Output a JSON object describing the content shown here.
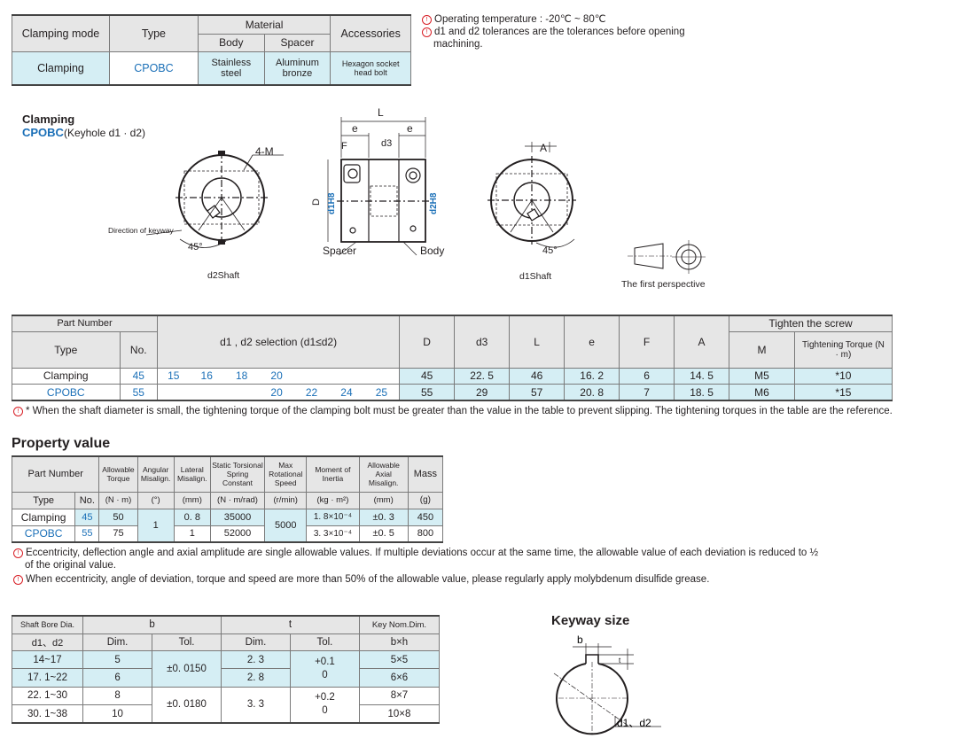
{
  "top_table": {
    "h_mode": "Clamping mode",
    "h_type": "Type",
    "h_material": "Material",
    "h_body": "Body",
    "h_spacer": "Spacer",
    "h_accessories": "Accessories",
    "mode": "Clamping",
    "type": "CPOBC",
    "body": "Stainless steel",
    "spacer": "Aluminum bronze",
    "accessories": "Hexagon socket head bolt"
  },
  "top_notes": {
    "note1": "Operating temperature : -20℃ ~ 80℃",
    "note2a": "d1 and d2 tolerances are the tolerances before opening",
    "note2b": "machining."
  },
  "drawing": {
    "title": "Clamping",
    "subtitle_type": "CPOBC",
    "subtitle_rest": "(Keyhole d1 · d2)",
    "label_4m": "4-M",
    "label_keyway": "Direction of keyway",
    "label_45a": "45°",
    "label_d2shaft": "d2Shaft",
    "label_L": "L",
    "label_e1": "e",
    "label_e2": "e",
    "label_F": "F",
    "label_d3": "d3",
    "label_D": "D",
    "label_d1h8": "d1H8",
    "label_d2h8": "d2H8",
    "label_spacer": "Spacer",
    "label_body": "Body",
    "label_A": "A",
    "label_45b": "45°",
    "label_d1shaft": "d1Shaft",
    "label_perspective": "The first perspective"
  },
  "part_table": {
    "h_part_number": "Part Number",
    "h_type": "Type",
    "h_no": "No.",
    "h_selection": "d1 , d2  selection (d1≤d2)",
    "h_D": "D",
    "h_d3": "d3",
    "h_L": "L",
    "h_e": "e",
    "h_F": "F",
    "h_A": "A",
    "h_screw": "Tighten the screw",
    "h_M": "M",
    "h_torque": "Tightening Torque (N · m)",
    "rows": [
      {
        "type": "Clamping",
        "no": "45",
        "s1": "15",
        "s2": "16",
        "s3": "18",
        "s4": "20",
        "s5": "",
        "s6": "",
        "s7": "",
        "D": "45",
        "d3": "22. 5",
        "L": "46",
        "e": "16. 2",
        "F": "6",
        "A": "14. 5",
        "M": "M5",
        "T": "*10"
      },
      {
        "type": "CPOBC",
        "no": "55",
        "s1": "",
        "s2": "",
        "s3": "",
        "s4": "20",
        "s5": "22",
        "s6": "24",
        "s7": "25",
        "D": "55",
        "d3": "29",
        "L": "57",
        "e": "20. 8",
        "F": "7",
        "A": "18. 5",
        "M": "M6",
        "T": "*15"
      }
    ],
    "note": "* When the shaft diameter is small, the tightening torque of the clamping bolt must be greater than the value in the table to prevent slipping. The tightening torques in the table are the reference."
  },
  "property": {
    "title": "Property value",
    "h_part_number": "Part Number",
    "h_allow_torque": "Allowable Torque",
    "h_angular": "Angular Misalign.",
    "h_lateral": "Lateral Misalign.",
    "h_static": "Static Torsional Spring Constant",
    "h_max": "Max Rotational Speed",
    "h_moment": "Moment of Inertia",
    "h_axial": "Allowable Axial Misalign.",
    "h_mass": "Mass",
    "h_type": "Type",
    "h_no": "No.",
    "u_torque": "(N · m)",
    "u_angular": "(°)",
    "u_lateral": "(mm)",
    "u_static": "(N · m/rad)",
    "u_max": "(r/min)",
    "u_moment": "(kg · m²)",
    "u_axial": "(mm)",
    "u_mass": "(g)",
    "rows": [
      {
        "type": "Clamping",
        "no": "45",
        "torque": "50",
        "lateral": "0. 8",
        "static": "35000",
        "moment": "1. 8×10⁻⁴",
        "axial": "±0. 3",
        "mass": "450"
      },
      {
        "type": "CPOBC",
        "no": "55",
        "torque": "75",
        "lateral": "1",
        "static": "52000",
        "moment": "3. 3×10⁻⁴",
        "axial": "±0. 5",
        "mass": "800"
      }
    ],
    "angular": "1",
    "max_speed": "5000",
    "note1a": "Eccentricity, deflection angle and axial amplitude are single allowable values. If multiple deviations occur at the same time, the allowable value of each deviation is reduced to ½",
    "note1b": "of the original value.",
    "note2": "When eccentricity, angle of deviation, torque and speed are more than 50% of the allowable value, please regularly apply molybdenum disulfide grease."
  },
  "keyway_table": {
    "h_bore": "Shaft Bore Dia.",
    "h_b": "b",
    "h_t": "t",
    "h_key": "Key Nom.Dim.",
    "h_d1d2": "d1、d2",
    "h_dim1": "Dim.",
    "h_tol1": "Tol.",
    "h_dim2": "Dim.",
    "h_tol2": "Tol.",
    "h_bxh": "b×h",
    "rows": [
      {
        "bore": "14~17",
        "b": "5",
        "t": "2. 3",
        "key": "5×5"
      },
      {
        "bore": "17. 1~22",
        "b": "6",
        "t": "2. 8",
        "key": "6×6"
      },
      {
        "bore": "22. 1~30",
        "b": "8",
        "t": "3. 3",
        "key": "8×7"
      },
      {
        "bore": "30. 1~38",
        "b": "10",
        "key": "10×8"
      }
    ],
    "btol1": "±0. 0150",
    "btol2": "±0. 0180",
    "ttol1a": "+0.1",
    "ttol1b": "0",
    "ttol2a": "+0.2",
    "ttol2b": "0"
  },
  "keyway_size": {
    "title": "Keyway size",
    "label_b": "b",
    "label_t": "t",
    "label_d": "d1、d2"
  }
}
